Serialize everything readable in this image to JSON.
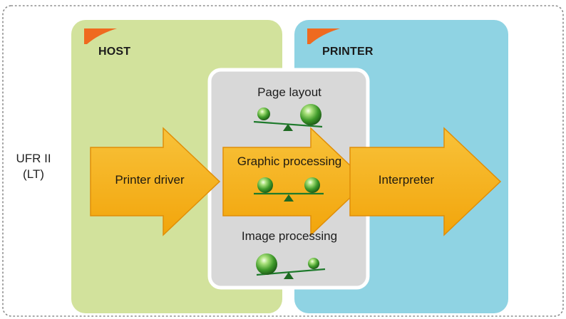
{
  "diagram": {
    "side_label": {
      "line1": "UFR II",
      "line2": "(LT)"
    },
    "host": {
      "title": "HOST"
    },
    "printer": {
      "title": "PRINTER"
    },
    "arrows": {
      "driver": "Printer driver",
      "graphic": "Graphic processing",
      "interpreter": "Interpreter"
    },
    "processing": {
      "page_layout": "Page layout",
      "image_processing": "Image processing"
    },
    "balance_states": {
      "page_layout": "right-heavy",
      "graphic_processing": "balanced",
      "image_processing": "left-heavy"
    },
    "colors": {
      "host_panel": "#d2e29c",
      "printer_panel": "#8fd3e3",
      "center_panel": "#d9d9d9",
      "arrow_fill": "#f6b30f",
      "corner_accent": "#ef6a1f",
      "balance_green": "#1e7a2c"
    }
  }
}
